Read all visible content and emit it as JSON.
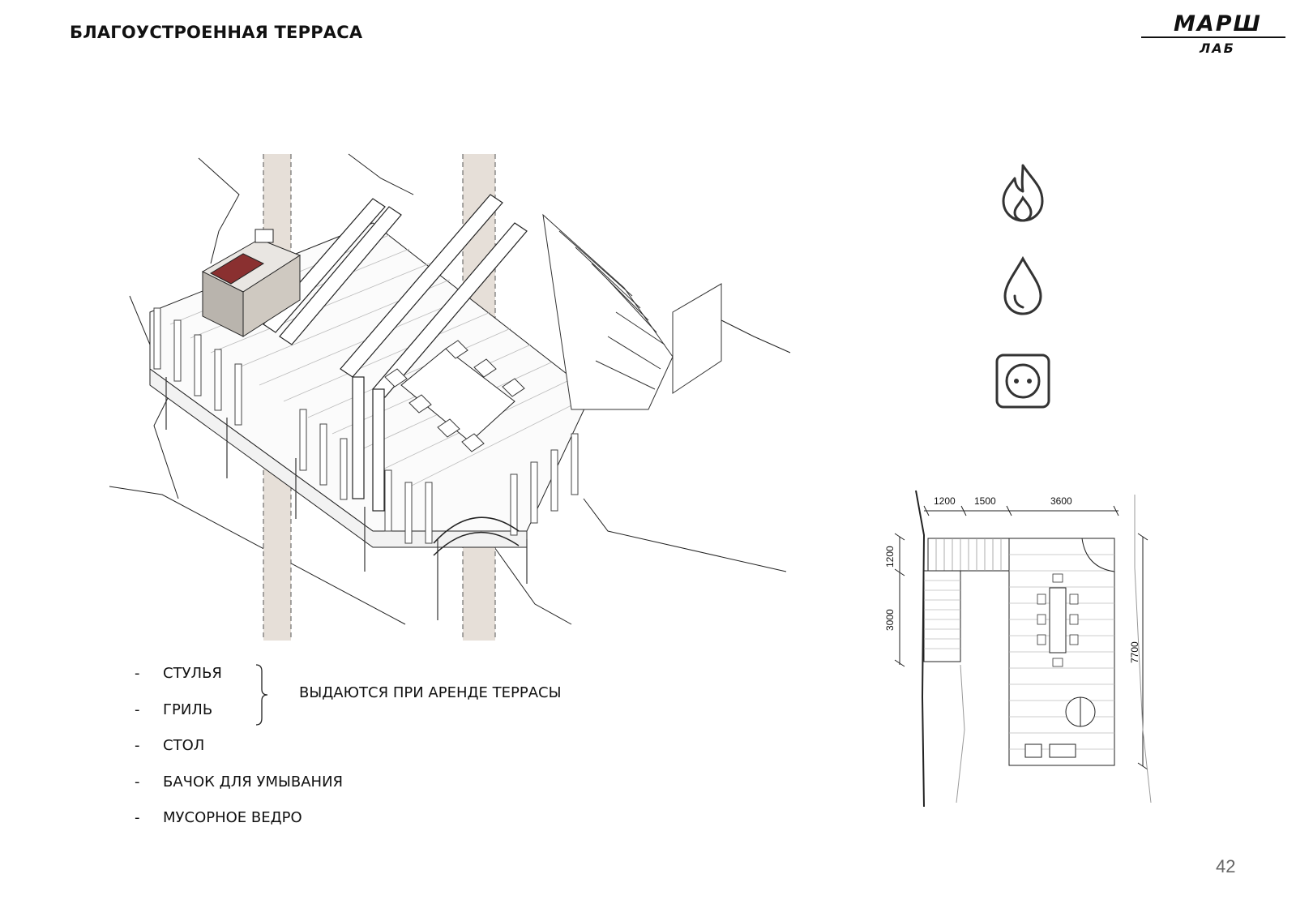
{
  "title": "БЛАГОУСТРОЕННАЯ ТЕРРАСА",
  "logo": {
    "top": "МАРШ",
    "bottom": "ЛАБ"
  },
  "icons": [
    {
      "name": "flame-icon"
    },
    {
      "name": "water-drop-icon"
    },
    {
      "name": "power-socket-icon"
    }
  ],
  "plan": {
    "top_dims": [
      "1200",
      "1500",
      "3600"
    ],
    "left_dims": [
      "1200",
      "3000"
    ],
    "right_dim": "7700"
  },
  "items": [
    {
      "dash": "-",
      "label": "СТУЛЬЯ"
    },
    {
      "dash": "-",
      "label": "ГРИЛЬ"
    },
    {
      "dash": "-",
      "label": "СТОЛ"
    },
    {
      "dash": "-",
      "label": "БАЧОК ДЛЯ УМЫВАНИЯ"
    },
    {
      "dash": "-",
      "label": "МУСОРНОЕ ВЕДРО"
    }
  ],
  "note": "ВЫДАЮТСЯ ПРИ АРЕНДЕ ТЕРРАСЫ",
  "page_number": "42",
  "colors": {
    "text": "#111111",
    "tree_band": "#e6dfd8",
    "grill": "#8a3030",
    "page_num": "#666666"
  }
}
